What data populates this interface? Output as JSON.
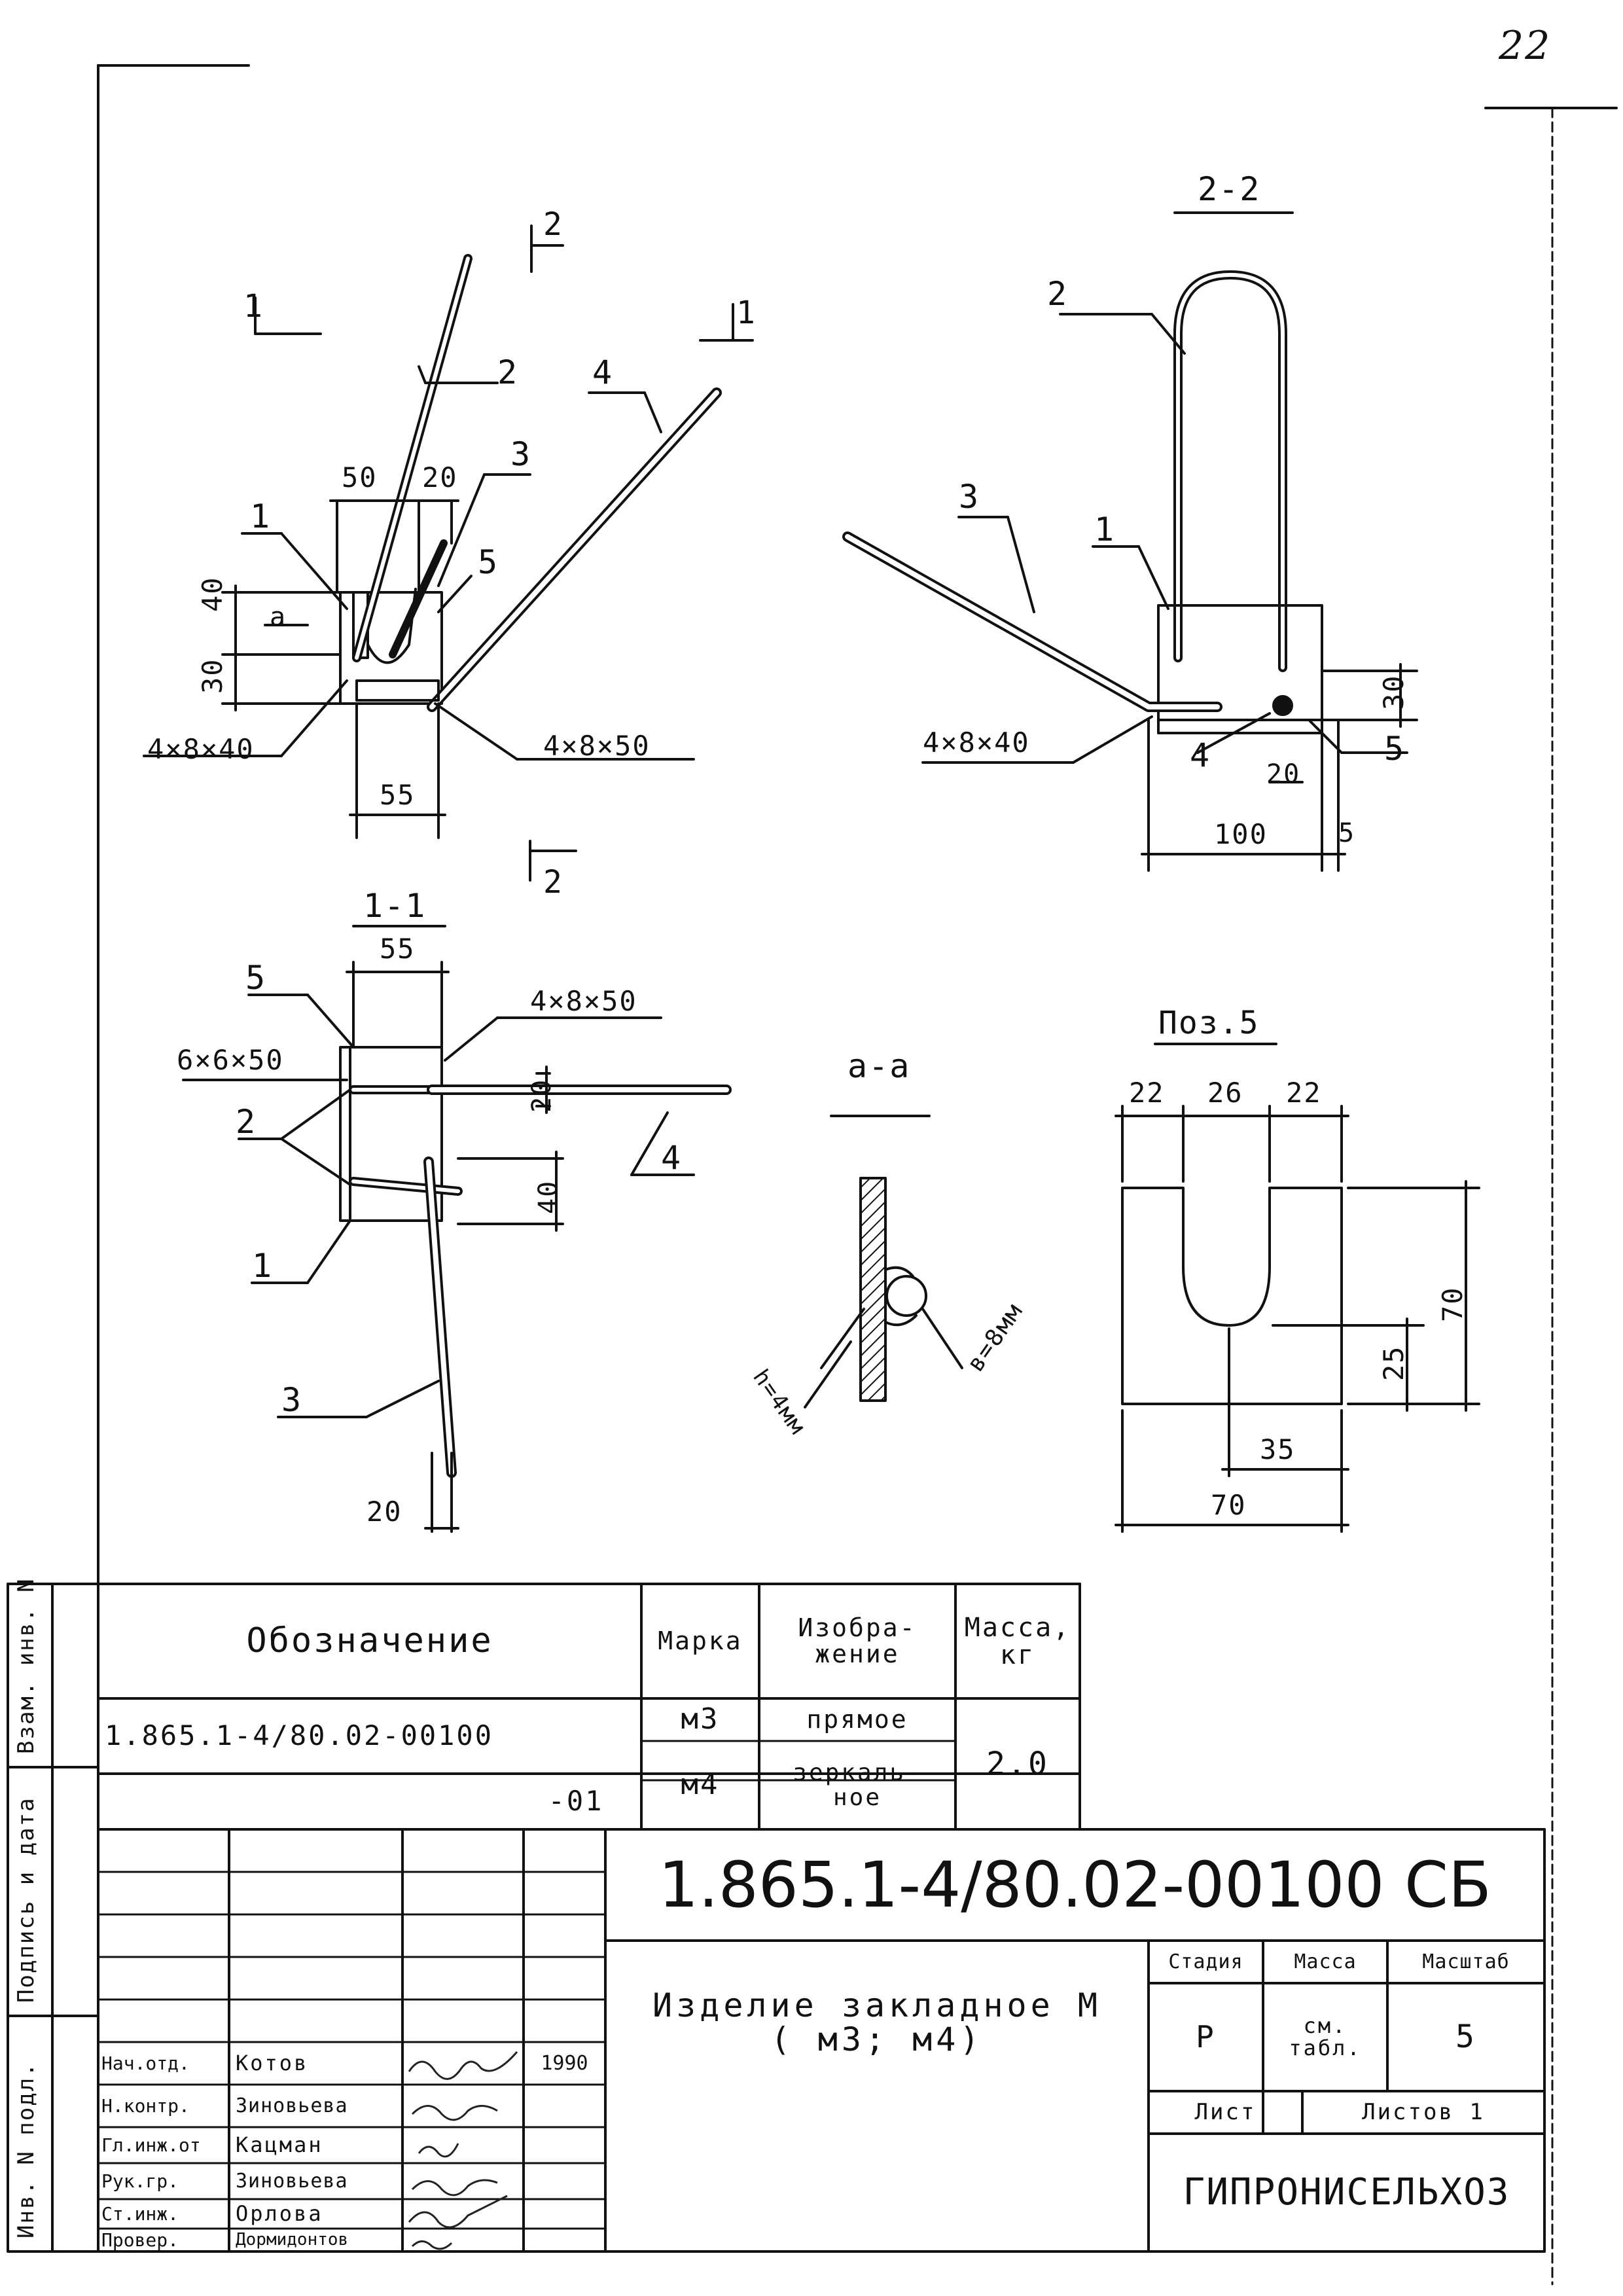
{
  "page_number": "22",
  "views": {
    "main": {
      "cut_1_left": "1",
      "cut_1_right": "1",
      "cut_2_top": "2",
      "cut_2_bottom": "2",
      "pos1": "1",
      "pos2": "2",
      "pos3": "3",
      "pos4": "4",
      "pos5": "5",
      "dim_50": "50",
      "dim_20": "20",
      "dim_40": "40",
      "dim_30": "30",
      "dim_55": "55",
      "label_a": "a",
      "plate_left": "4×8×40",
      "plate_right": "4×8×50"
    },
    "section_2_2": {
      "title": "2-2",
      "pos1": "1",
      "pos2": "2",
      "pos3": "3",
      "pos4": "4",
      "pos5": "5",
      "plate": "4×8×40",
      "dim_30": "30",
      "dim_20": "20",
      "dim_100": "100",
      "dim_5": "5"
    },
    "section_1_1": {
      "title": "1-1",
      "dim_55": "55",
      "pos5": "5",
      "pos2": "2",
      "pos4": "4",
      "pos1": "1",
      "pos3": "3",
      "plate_top": "4×8×50",
      "plate_side": "6×6×50",
      "dim_20a": "20",
      "dim_40": "40",
      "dim_20b": "20"
    },
    "section_a_a": {
      "title": "a-a",
      "weld_h": "h=4мм",
      "weld_b": "в=8мм"
    },
    "pos5_detail": {
      "title": "Поз.5",
      "dim_22a": "22",
      "dim_26": "26",
      "dim_22b": "22",
      "dim_70v": "70",
      "dim_25": "25",
      "dim_35": "35",
      "dim_70h": "70"
    }
  },
  "side_stamp": {
    "labels": [
      "Инв. N подл.",
      "Подпись и дата",
      "Взам. инв. N"
    ]
  },
  "spec_table": {
    "headers": [
      "Обозначение",
      "Марка",
      "Изобра-\nжение",
      "Масса,\nкг"
    ],
    "rows": [
      {
        "designation": "1.865.1-4/80.02-00100",
        "mark": "м3",
        "image": "прямое"
      },
      {
        "designation": "-01",
        "mark": "м4",
        "image": "зеркаль-\nное"
      }
    ],
    "mass": "2.0"
  },
  "title_block": {
    "doc_number": "1.865.1-4/80.02-00100 СБ",
    "title": "Изделие закладное М\n( м3; м4)",
    "stage_label": "Стадия",
    "mass_label": "Масса",
    "scale_label": "Масштаб",
    "stage": "Р",
    "mass": "см.\nтабл.",
    "scale": "5",
    "sheet_label": "Лист",
    "sheets_label": "Листов 1",
    "organization": "ГИПРОНИСЕЛЬХОЗ",
    "people": [
      {
        "role": "Нач.отд.",
        "name": "Котов",
        "date": "1990"
      },
      {
        "role": "Н.контр.",
        "name": "Зиновьева",
        "date": ""
      },
      {
        "role": "Гл.инж.от",
        "name": "Кацман",
        "date": ""
      },
      {
        "role": "Рук.гр.",
        "name": "Зиновьева",
        "date": ""
      },
      {
        "role": "Ст.инж.",
        "name": "Орлова",
        "date": ""
      },
      {
        "role": "Провер.",
        "name": "Дормидонтов",
        "date": ""
      }
    ]
  }
}
